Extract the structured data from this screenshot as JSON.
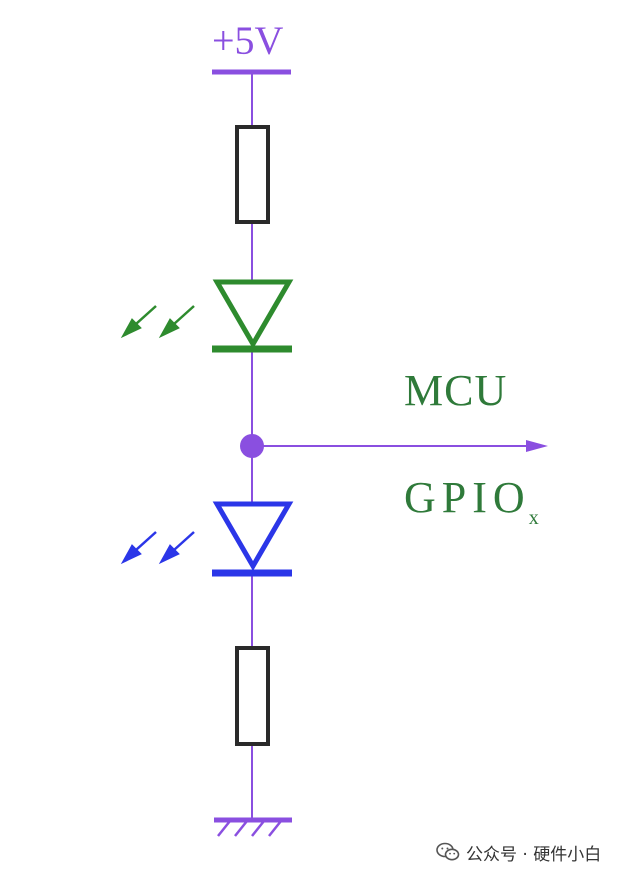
{
  "labels": {
    "vcc": "+5V",
    "mcu": "MCU",
    "gpio": "GPIO",
    "gpio_subscript": "x"
  },
  "watermark": {
    "text": "公众号 · 硬件小白",
    "icon": "wechat-icon"
  },
  "colors": {
    "wire": "#8a4fe0",
    "vcc_label": "#8a4fe0",
    "resistor": "#2a2a2a",
    "led_top": "#2e8b2e",
    "led_bottom": "#2b36e8",
    "mcu_text": "#2f7a3a",
    "gpio_text": "#2f7a3a",
    "ground": "#8a4fe0",
    "arrow": "#8a4fe0"
  }
}
